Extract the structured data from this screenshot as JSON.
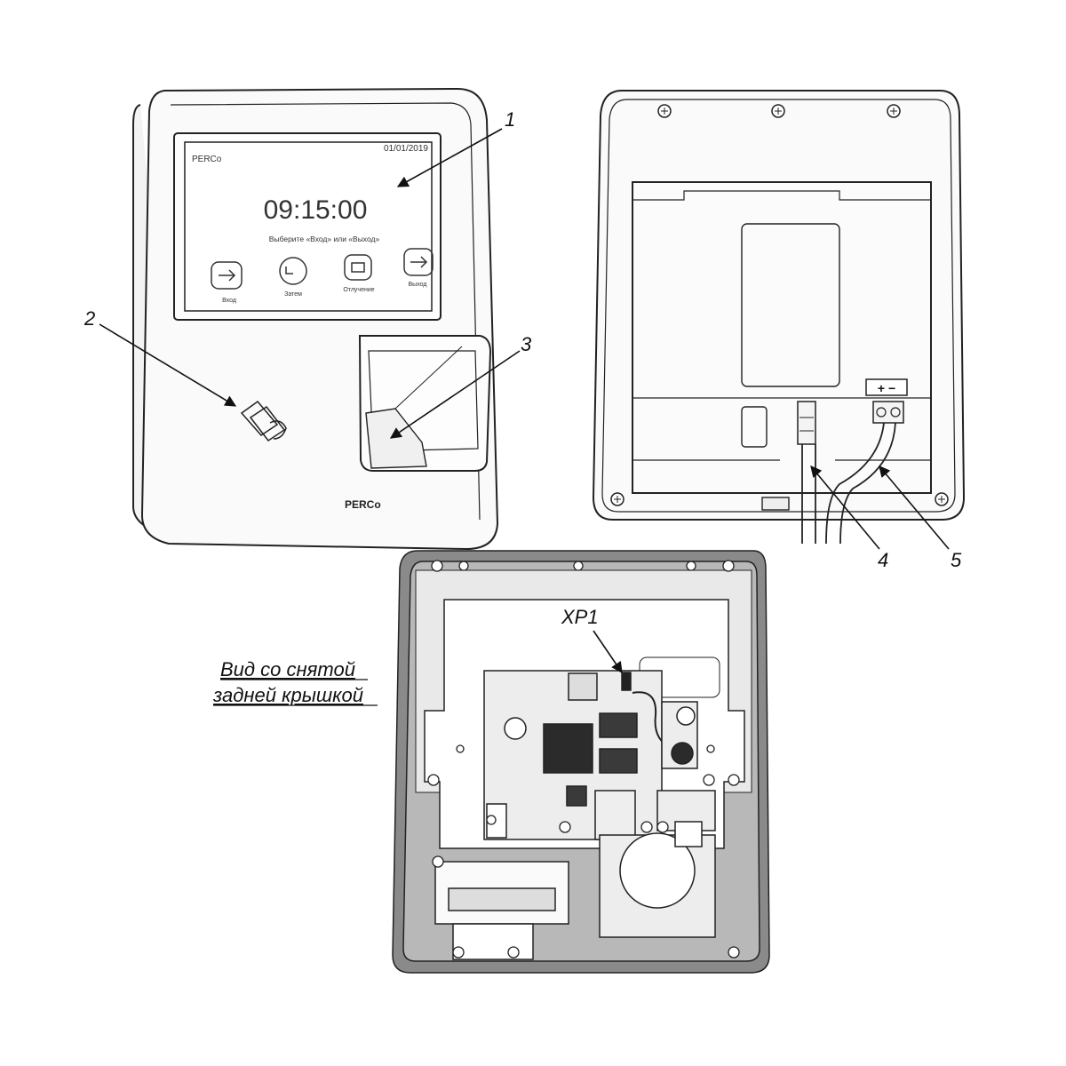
{
  "callouts": {
    "c1": "1",
    "c2": "2",
    "c3": "3",
    "c4": "4",
    "c5": "5",
    "xp1": "XP1"
  },
  "caption": {
    "line1": "Вид со снятой",
    "line2": "задней крышкой"
  },
  "screen": {
    "brand": "PERCo",
    "date": "01/01/2019",
    "time": "09:15:00",
    "prompt": "Выберите «Вход» или «Выход»",
    "buttons": [
      "Вход",
      "Затем",
      "Отлучение",
      "Выход"
    ]
  },
  "front": {
    "brand": "PERCo"
  },
  "back": {
    "polarity": "+ −"
  },
  "colors": {
    "line": "#222222",
    "case_dark": "#8a8a8a",
    "case_mid": "#b8b8b8",
    "panel": "#e9e9e9"
  }
}
